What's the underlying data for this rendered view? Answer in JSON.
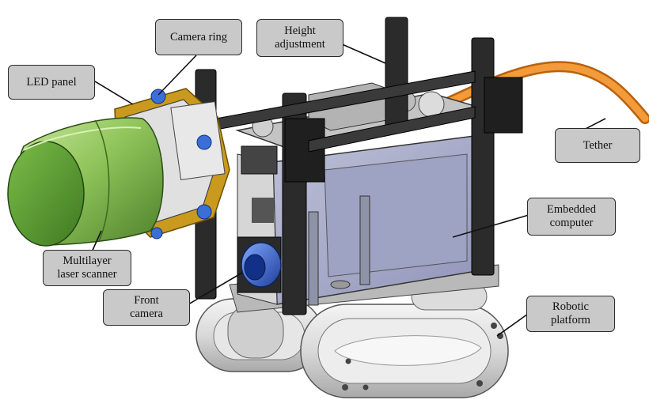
{
  "labels": {
    "camera_ring": [
      "Camera ring"
    ],
    "height_adjustment": [
      "Height",
      "adjustment"
    ],
    "led_panel": [
      "LED panel"
    ],
    "tether": [
      "Tether"
    ],
    "embedded_computer": [
      "Embedded",
      "computer"
    ],
    "multilayer_laser_scanner": [
      "Multilayer",
      "laser scanner"
    ],
    "front_camera": [
      "Front",
      "camera"
    ],
    "robotic_platform": [
      "Robotic",
      "platform"
    ]
  },
  "colors": {
    "scanner_green": "#8fc45a",
    "camera_ring_gold": "#c99a1e",
    "bolt_blue": "#3a6fd8",
    "tether_orange": "#ef8a1d",
    "frame_black": "#2b2b2b",
    "enclosure_blue_gray": "#a4a7c8",
    "label_fill": "#c9c9c9"
  }
}
